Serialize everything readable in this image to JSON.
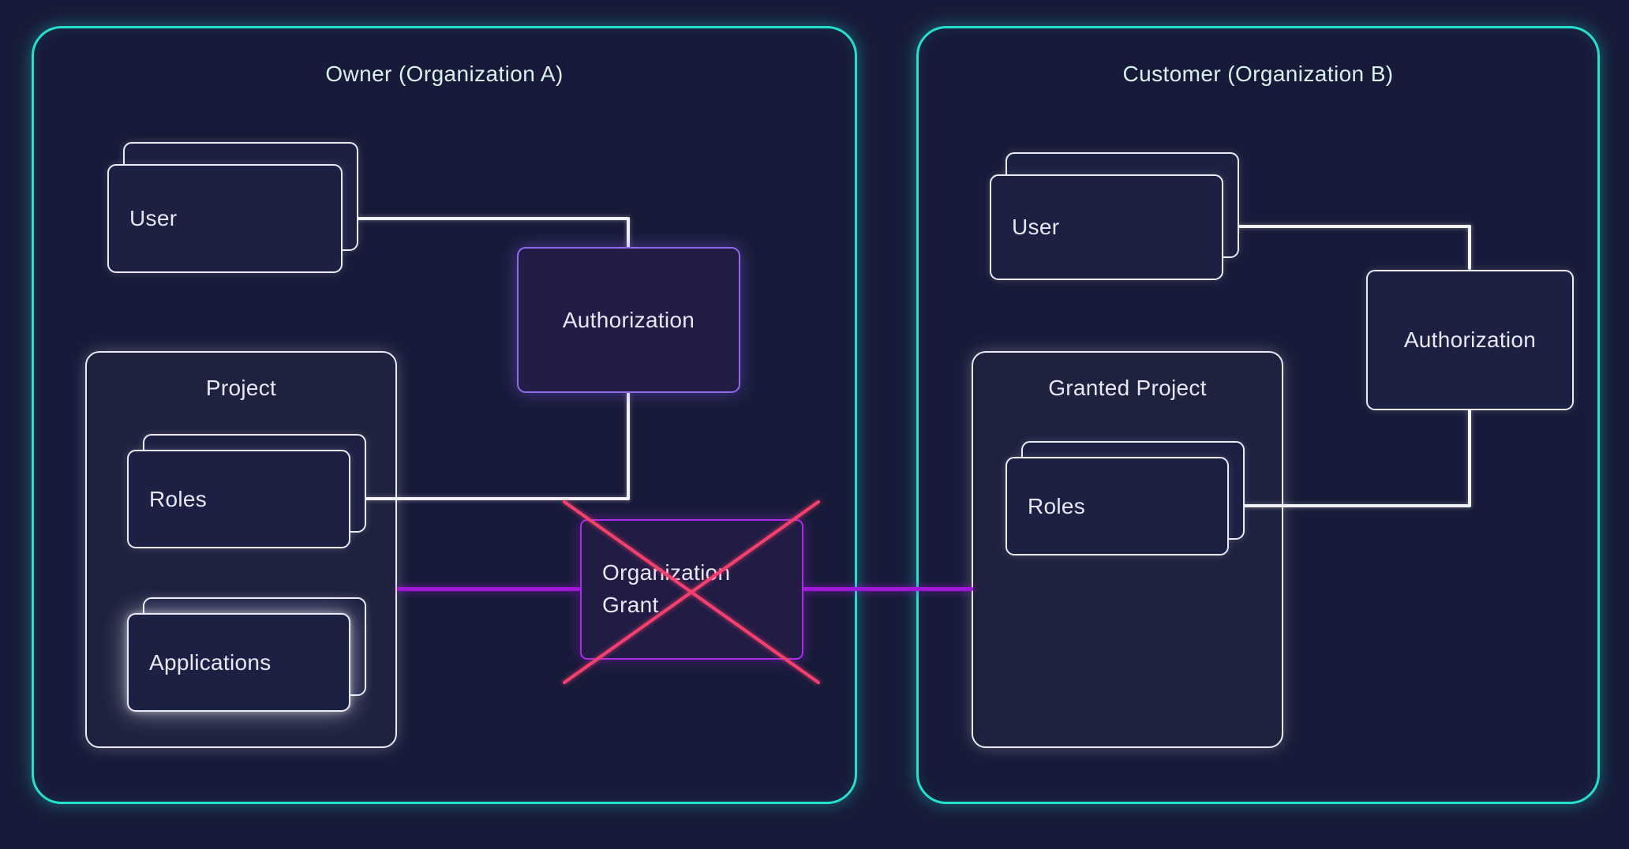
{
  "diagram": {
    "organizations": [
      {
        "id": "owner",
        "title": "Owner (Organization A)",
        "user_label": "User",
        "authorization_label": "Authorization",
        "project": {
          "title": "Project",
          "roles_label": "Roles",
          "applications_label": "Applications"
        }
      },
      {
        "id": "customer",
        "title": "Customer (Organization B)",
        "user_label": "User",
        "authorization_label": "Authorization",
        "project": {
          "title": "Granted Project",
          "roles_label": "Roles"
        }
      }
    ],
    "grant": {
      "label": "Organization Grant",
      "crossed_out": true
    }
  },
  "theme": {
    "background": "#171b39",
    "org_border": "#25e0cf",
    "card_border": "#eceaf4",
    "card_fill": "#1c2042",
    "authorization_border": "#8f6bea",
    "grant_border": "#ae2ce8",
    "grant_line": "#a118d9",
    "cross": "#f5406e",
    "connector": "#f2f1f7",
    "text": "#e9e7f4",
    "org_title_text": "#d8f0ee"
  }
}
